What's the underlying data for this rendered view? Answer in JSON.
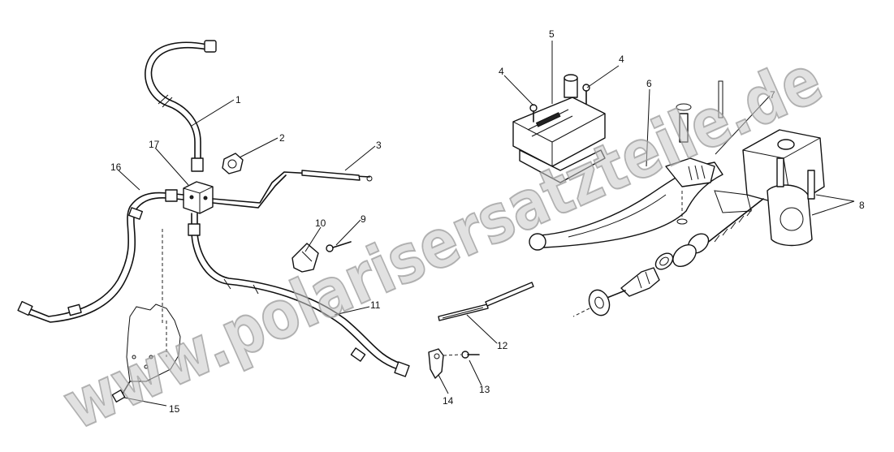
{
  "watermark": "www.polarisersatzteile.de",
  "callouts": [
    "1",
    "2",
    "3",
    "4",
    "4",
    "5",
    "6",
    "7",
    "8",
    "9",
    "10",
    "11",
    "12",
    "13",
    "14",
    "15",
    "16",
    "17"
  ],
  "colors": {
    "line": "#111111",
    "watermark": "#c8c8c8",
    "background": "#ffffff"
  }
}
